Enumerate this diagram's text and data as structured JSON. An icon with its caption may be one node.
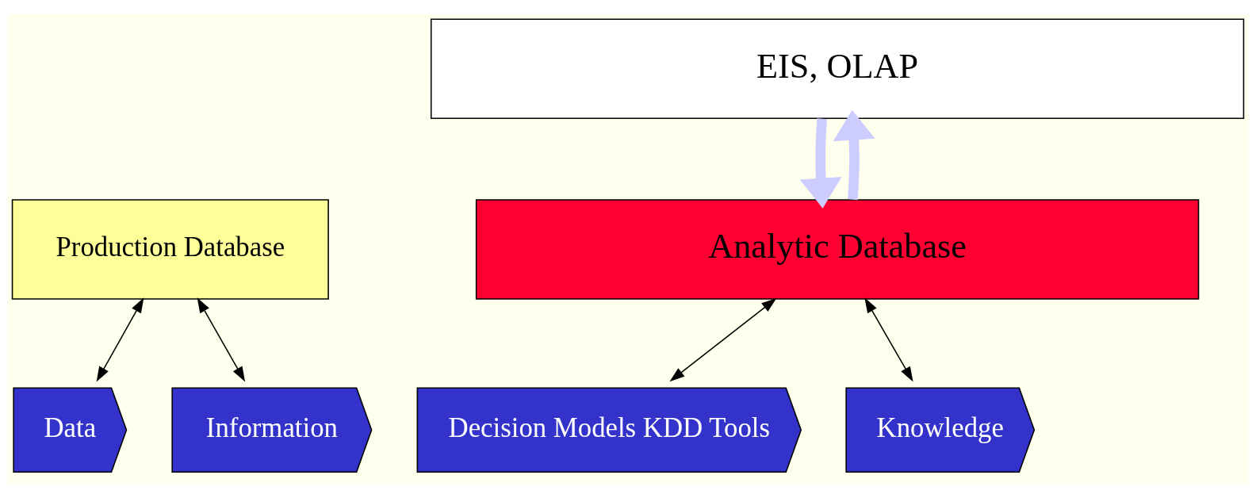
{
  "diagram": {
    "nodes": [
      {
        "text": [
          "EIS, OLAP"
        ]
      },
      {
        "text": [
          "Production Database"
        ]
      },
      {
        "text": [
          "Analytic Database"
        ]
      },
      {
        "text": [
          "Data"
        ]
      },
      {
        "text": [
          "Information"
        ]
      },
      {
        "text": [
          "Decision Models KDD Tools"
        ]
      },
      {
        "text": [
          "Knowledge"
        ]
      }
    ],
    "edges": [
      {
        "from": 0,
        "to": 2,
        "arrow": "to",
        "style": "thick",
        "color": "#ccccff"
      },
      {
        "from": 2,
        "to": 0,
        "arrow": "to",
        "style": "thick",
        "color": "#ccccff"
      },
      {
        "from": 1,
        "to": 3,
        "arrow": "both"
      },
      {
        "from": 1,
        "to": 4,
        "arrow": "both"
      },
      {
        "from": 2,
        "to": 5,
        "arrow": "both"
      },
      {
        "from": 2,
        "to": 6,
        "arrow": "both"
      }
    ]
  }
}
